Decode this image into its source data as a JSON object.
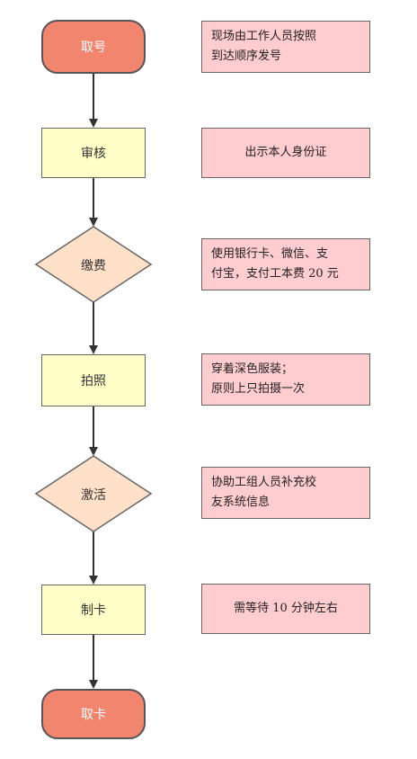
{
  "steps": {
    "take_number": "取号",
    "review": "审核",
    "payment": "缴费",
    "photo": "拍照",
    "activate": "激活",
    "make_card": "制卡",
    "collect_card": "取卡"
  },
  "notes": {
    "take_number": "现场由工作人员按照\n到达顺序发号",
    "review": "出示本人身份证",
    "payment": "使用银行卡、微信、支\n付宝，支付工本费 20 元",
    "photo": "穿着深色服装；\n原则上只拍摄一次",
    "activate": "协助工组人员补充校\n友系统信息",
    "make_card": "需等待 10 分钟左右"
  },
  "colors": {
    "terminal": "#f2856e",
    "process": "#ffffc8",
    "decision": "#ffe0c8",
    "note": "#ffcccf"
  }
}
